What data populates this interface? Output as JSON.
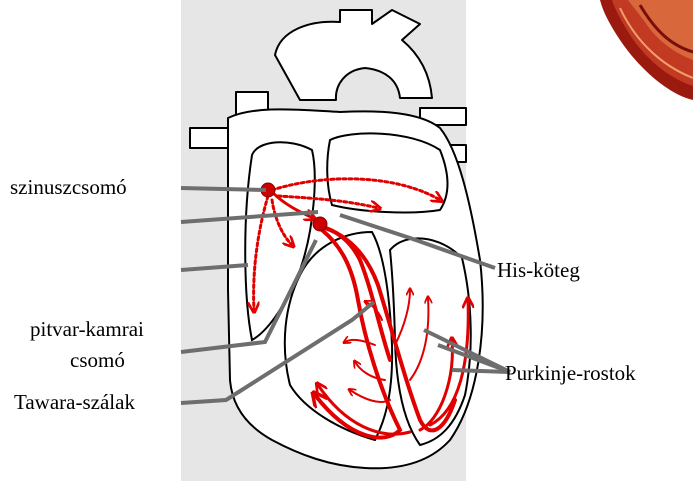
{
  "labels": {
    "sinus_node": "szinuszcsomó",
    "av_node_line1": "pitvar-kamrai",
    "av_node_line2": "csomó",
    "tawara_fibers": "Tawara-szálak",
    "his_bundle": "His-köteg",
    "purkinje_fibers": "Purkinje-rostok"
  },
  "colors": {
    "panel_background": "#e6e6e6",
    "heart_fill": "#ffffff",
    "outline": "#000000",
    "conduction_red": "#e00000",
    "node_red": "#cc0000",
    "leader_line": "#6e6e6e",
    "label_text": "#000000"
  }
}
